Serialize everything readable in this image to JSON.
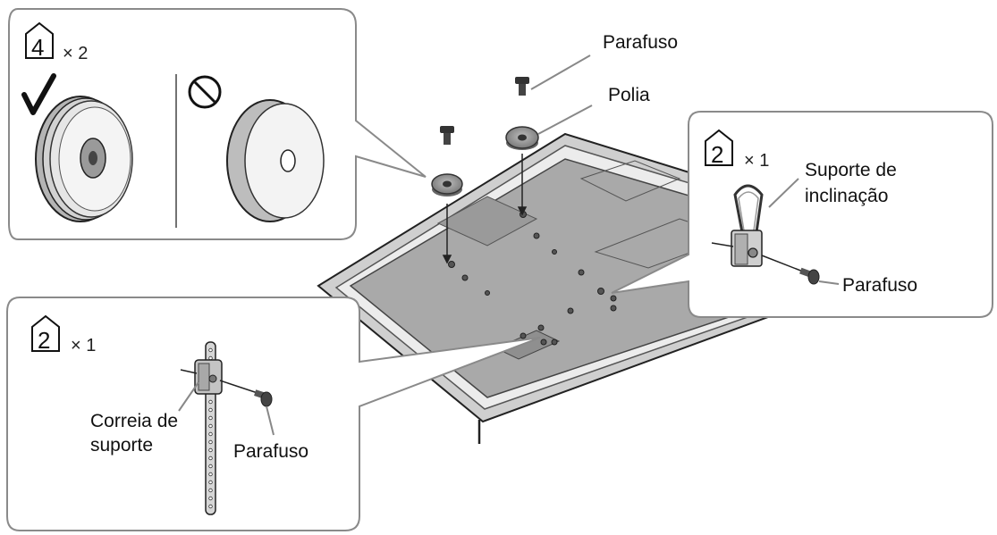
{
  "labels": {
    "parafuso_top": "Parafuso",
    "polia": "Polia",
    "suporte_inclinacao_line1": "Suporte de",
    "suporte_inclinacao_line2": "inclinação",
    "parafuso_right": "Parafuso",
    "correia_line1": "Correia de",
    "correia_line2": "suporte",
    "parafuso_bottom": "Parafuso"
  },
  "callouts": {
    "top_left": {
      "badge": "4",
      "multiplier": "× 2",
      "ok_mark": "✓"
    },
    "right": {
      "badge": "2",
      "multiplier": "× 1"
    },
    "bottom_left": {
      "badge": "2",
      "multiplier": "× 1"
    }
  },
  "icons": {
    "check": "check-icon",
    "prohibited": "prohibited-icon",
    "badge": "house-badge-icon"
  }
}
